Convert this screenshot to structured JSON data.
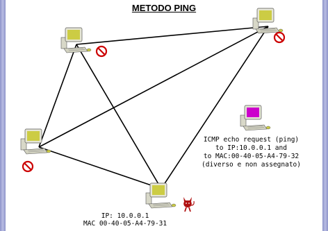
{
  "title": "METODO PING",
  "request_note": {
    "lines": [
      "ICMP echo request (ping)",
      "to IP:10.0.0.1 and",
      "to MAC:00-40-05-A4-79-32",
      "(diverso e non assegnato)"
    ]
  },
  "target_note": {
    "lines": [
      "IP: 10.0.0.1",
      "MAC 00-40-05-A4-79-31"
    ]
  },
  "nodes": [
    {
      "name": "host-top-left",
      "icon": "computer-icon",
      "status": "no-entry-icon"
    },
    {
      "name": "host-top-right",
      "icon": "computer-icon",
      "status": "no-entry-icon"
    },
    {
      "name": "host-left",
      "icon": "computer-icon",
      "status": "no-entry-icon"
    },
    {
      "name": "host-bottom",
      "icon": "computer-icon",
      "status": "devil-icon"
    },
    {
      "name": "host-sender",
      "icon": "computer-icon",
      "status": "none"
    }
  ],
  "colors": {
    "side_bar": "#8d93c9",
    "no_entry": "#cc0000",
    "devil": "#b01010",
    "monitor_screen": "#cccc44",
    "sender_screen": "#cc00cc"
  }
}
